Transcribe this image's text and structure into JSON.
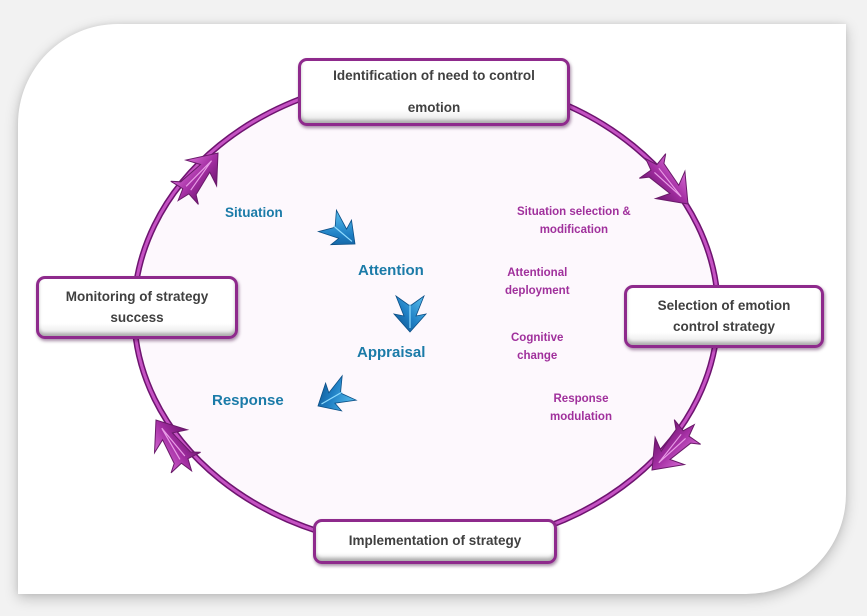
{
  "diagram": {
    "title": "Emotion control cycle",
    "colors": {
      "cycle": "#a42fa3",
      "node_border": "#8e2a8c",
      "node_text": "#404040",
      "process_label": "#1b7ba8",
      "strategy_label": "#a0309c",
      "process_arrow": "#1f7fc4",
      "ellipse_fill": "#fdf8fd"
    },
    "cycle_nodes": [
      {
        "id": "identification",
        "label": "Identification of need to control emotion"
      },
      {
        "id": "selection",
        "label": "Selection of emotion control strategy"
      },
      {
        "id": "implementation",
        "label": "Implementation of strategy"
      },
      {
        "id": "monitoring",
        "label": "Monitoring of strategy success"
      }
    ],
    "cycle_arrows": [
      {
        "from": "identification",
        "to": "selection",
        "icon": "arrow-down-right-icon"
      },
      {
        "from": "selection",
        "to": "implementation",
        "icon": "arrow-down-left-icon"
      },
      {
        "from": "implementation",
        "to": "monitoring",
        "icon": "arrow-up-left-icon"
      },
      {
        "from": "monitoring",
        "to": "identification",
        "icon": "arrow-up-right-icon"
      }
    ],
    "process_stages": [
      {
        "label": "Situation"
      },
      {
        "label": "Attention"
      },
      {
        "label": "Appraisal"
      },
      {
        "label": "Response"
      }
    ],
    "strategies": [
      {
        "line1": "Situation selection &",
        "line2": "modification"
      },
      {
        "line1": "Attentional",
        "line2": "deployment"
      },
      {
        "line1": "Cognitive",
        "line2": "change"
      },
      {
        "line1": "Response",
        "line2": "modulation"
      }
    ]
  }
}
